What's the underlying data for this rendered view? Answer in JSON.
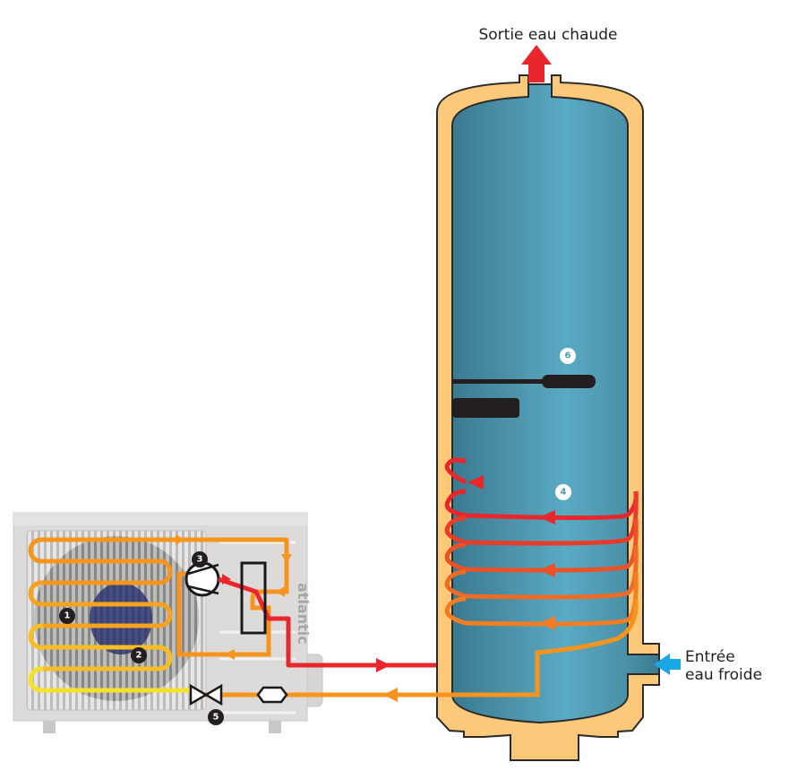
{
  "labels": {
    "hot_water_out": "Sortie eau chaude",
    "cold_water_in_line1": "Entrée",
    "cold_water_in_line2": "eau froide",
    "brand_text": "atlantic"
  },
  "markers": [
    {
      "id": "1",
      "component": "evaporator"
    },
    {
      "id": "2",
      "component": "fan"
    },
    {
      "id": "3",
      "component": "compressor"
    },
    {
      "id": "4",
      "component": "condenser-coil"
    },
    {
      "id": "5",
      "component": "expansion-valve"
    },
    {
      "id": "6",
      "component": "temperature-sensor"
    }
  ],
  "colors": {
    "tank_water": "#4e9ab3",
    "insulation": "#fcc97a",
    "hot_line": "#e8262b",
    "warm_line": "#f7941d",
    "cool_line": "#f5e12a",
    "cold_arrow": "#1ba7e6",
    "unit_body": "#dcdbd9"
  }
}
